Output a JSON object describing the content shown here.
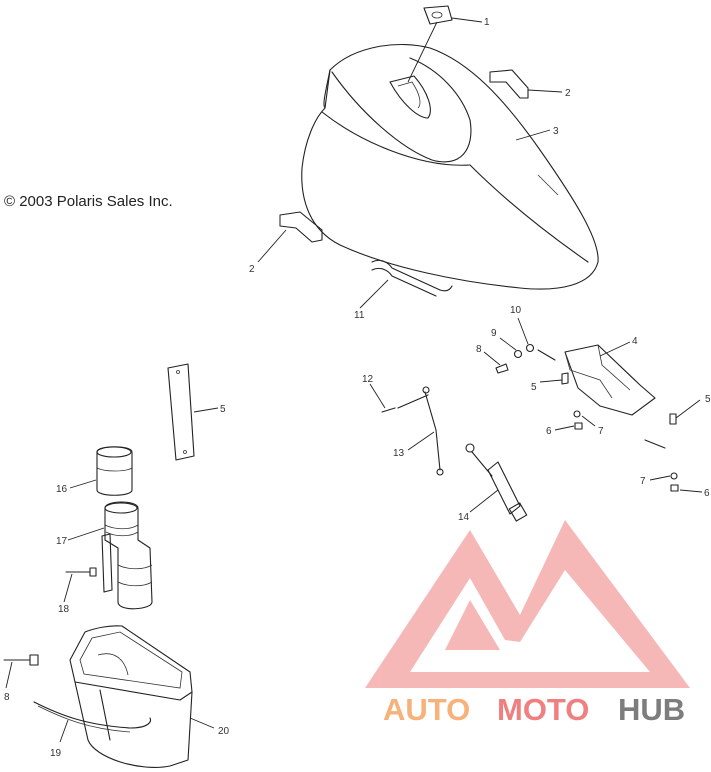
{
  "copyright": "© 2003 Polaris Sales Inc.",
  "callouts": {
    "c1": "1",
    "c2a": "2",
    "c2b": "2",
    "c3": "3",
    "c4": "4",
    "c5a": "5",
    "c5b": "5",
    "c5c": "5",
    "c6a": "6",
    "c6b": "6",
    "c7a": "7",
    "c7b": "7",
    "c8a": "8",
    "c8b": "8",
    "c9": "9",
    "c10": "10",
    "c11": "11",
    "c12": "12",
    "c13": "13",
    "c14": "14",
    "c16": "16",
    "c17": "17",
    "c18": "18",
    "c19": "19",
    "c20": "20"
  },
  "watermark": {
    "part1": "AUTO",
    "part2": "MOTO",
    "part3": "HUB"
  },
  "colors": {
    "watermark_orange": "#f6b27a",
    "watermark_red": "#f07f7f",
    "watermark_gray": "#7d7d7d",
    "line": "#222222"
  }
}
